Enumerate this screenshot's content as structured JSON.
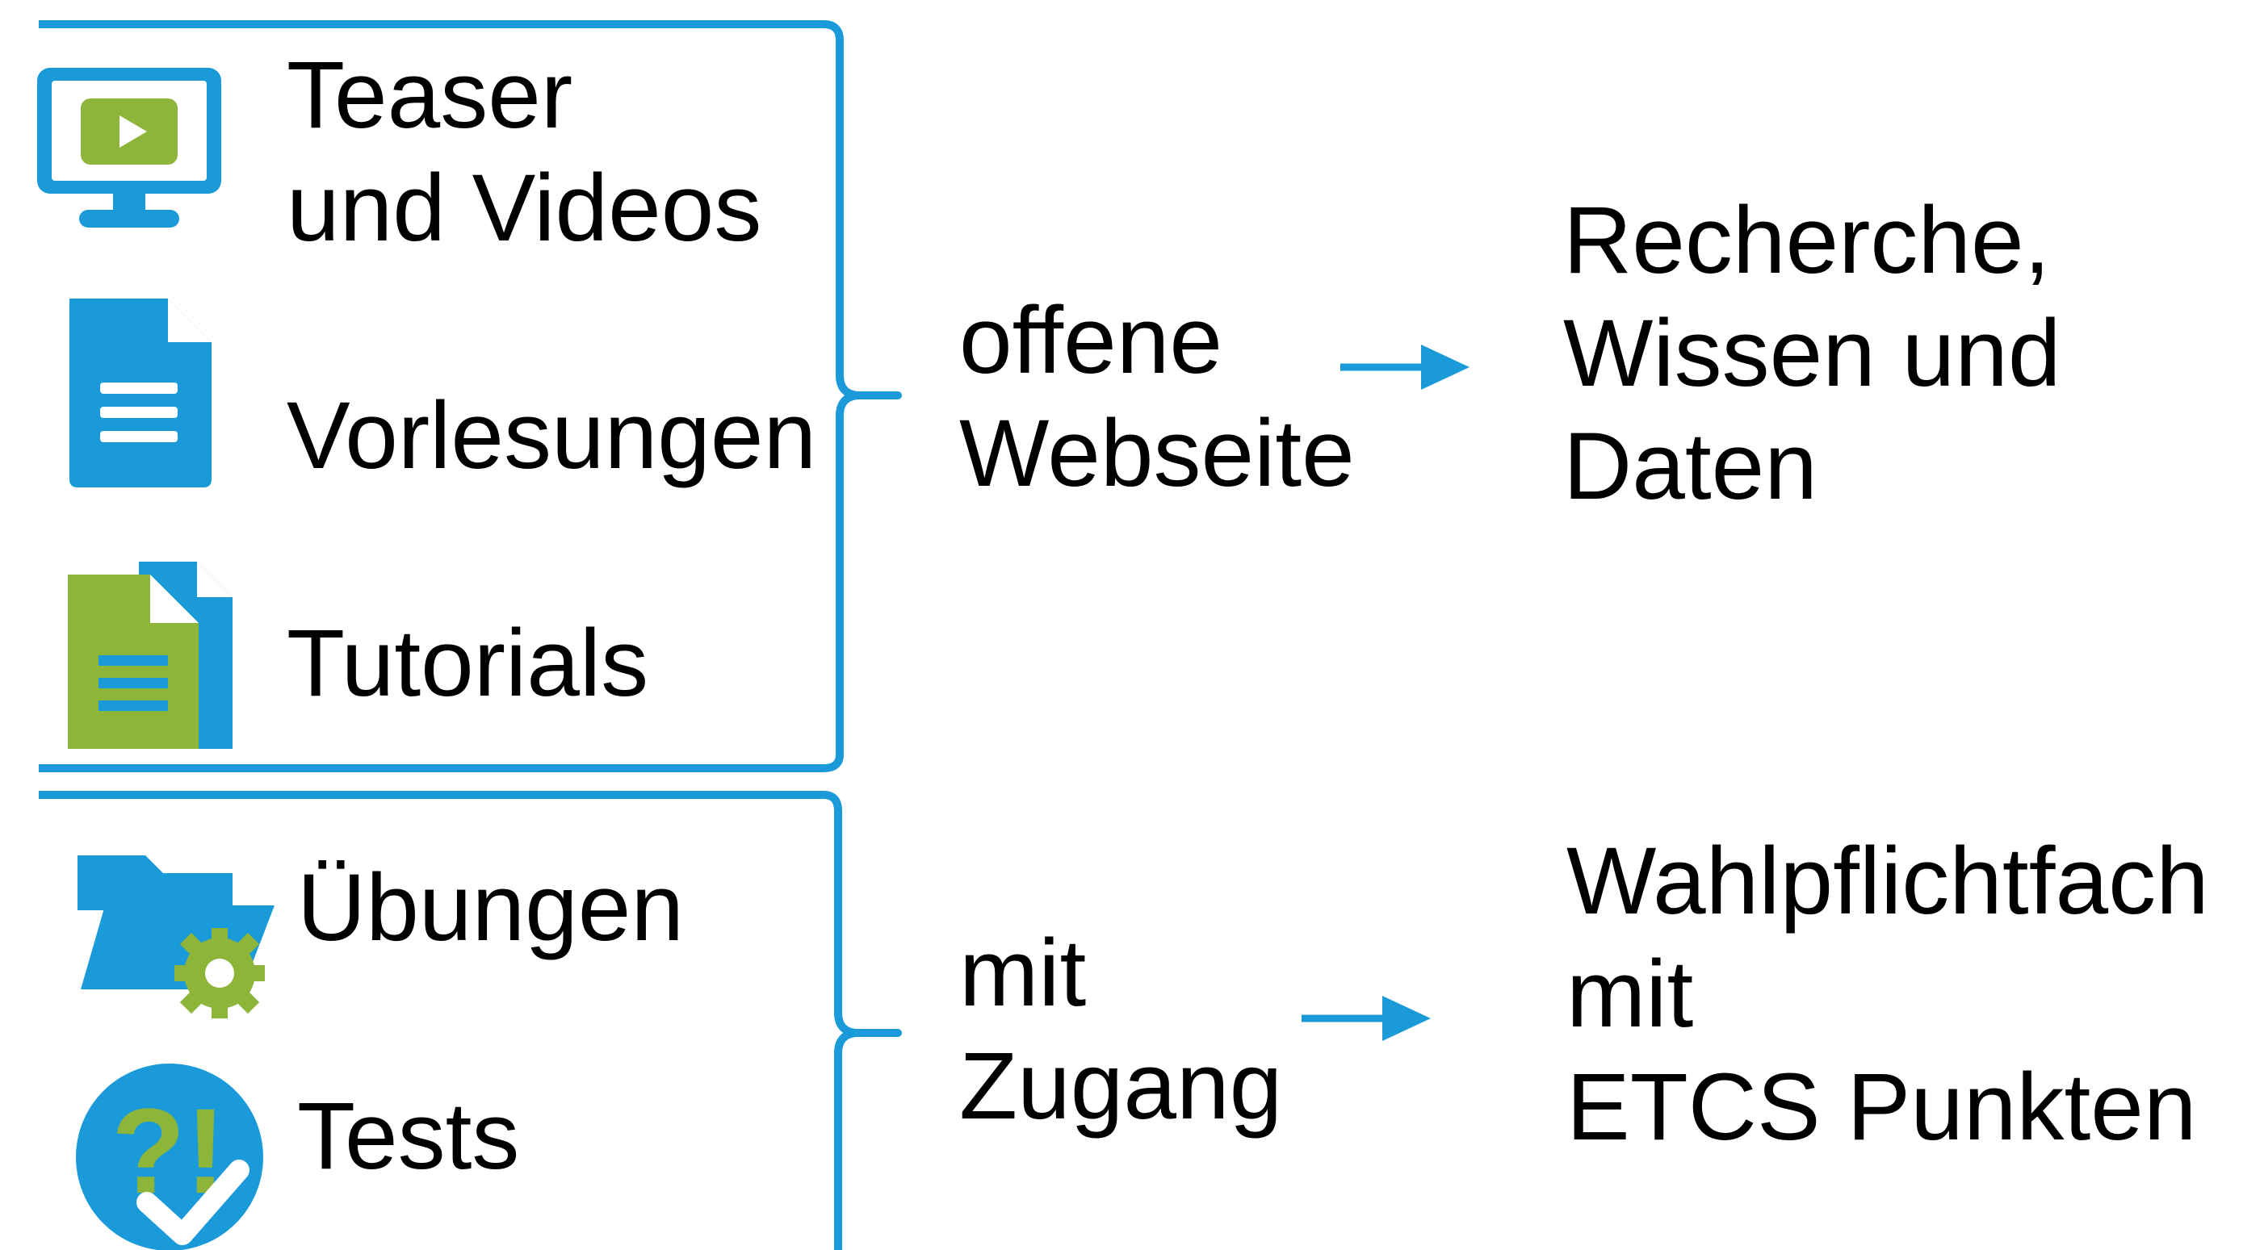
{
  "colors": {
    "accent_blue": "#1a9ad9",
    "accent_green": "#8cb53a",
    "text": "#000000"
  },
  "groups": [
    {
      "items": [
        {
          "icon": "monitor-play-icon",
          "lines": [
            "Teaser",
            "und Videos"
          ]
        },
        {
          "icon": "document-icon",
          "lines": [
            "Vorlesungen"
          ]
        },
        {
          "icon": "documents-stack-icon",
          "lines": [
            "Tutorials"
          ]
        }
      ],
      "access_lines": [
        "offene",
        "Webseite"
      ],
      "result_lines": [
        "Recherche,",
        "Wissen und",
        "Daten"
      ]
    },
    {
      "items": [
        {
          "icon": "folder-gear-icon",
          "lines": [
            "Übungen"
          ]
        },
        {
          "icon": "quiz-check-icon",
          "lines": [
            "Tests"
          ]
        }
      ],
      "access_lines": [
        "mit",
        "Zugang"
      ],
      "result_lines": [
        "Wahlpflichtfach",
        "mit",
        "ETCS Punkten"
      ]
    }
  ]
}
